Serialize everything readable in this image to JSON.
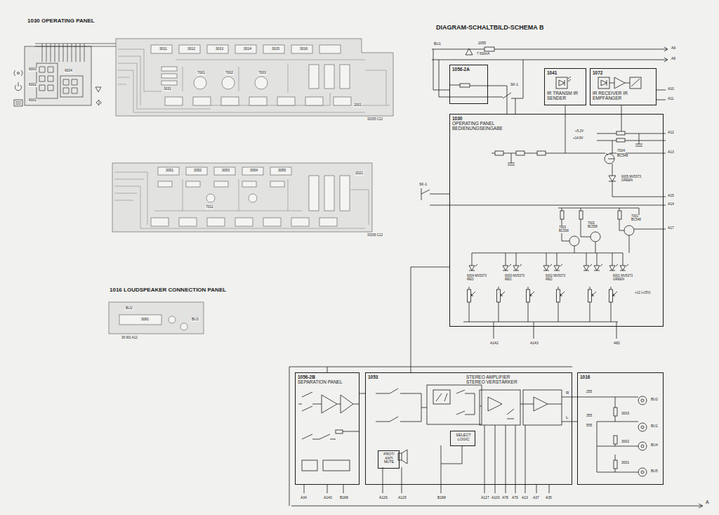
{
  "diagram": {
    "title": "DIAGRAM-SCHALTBILD-SCHEMA B",
    "nodes": [
      {
        "text": [
          "1056-2A"
        ]
      },
      {
        "text": [
          "1041",
          "IR TRANSM IR SENDER"
        ]
      },
      {
        "text": [
          "1072",
          "IR RECEIVER IR EMPFÄNGER"
        ]
      },
      {
        "text": [
          "1030",
          "OPERATING PANEL BEDIENUNGSEINGABE"
        ]
      },
      {
        "text": [
          "1056-2B",
          "SEPARATION PANEL"
        ]
      },
      {
        "text": [
          "1053",
          "STEREO AMPLIFIER STEREO VERSTÄRKER"
        ]
      },
      {
        "text": [
          "SELECT LOGIC"
        ],
        "in": 5
      },
      {
        "text": [
          "PROT/ ANTI MUTE"
        ],
        "in": 5
      },
      {
        "text": [
          "1016"
        ]
      }
    ],
    "edges": [
      {
        "from": 0,
        "to": 3,
        "arrow": "none"
      },
      {
        "from": 3,
        "to": 5,
        "arrow": "none"
      },
      {
        "from": 4,
        "to": 5,
        "arrow": "none"
      },
      {
        "from": 5,
        "to": 8,
        "label": "R",
        "arrow": "none"
      },
      {
        "from": 5,
        "to": 8,
        "label": "L",
        "arrow": "none"
      }
    ],
    "labels": [
      "1030 OPERATING PANEL",
      "1016 LOUDSPEAKER CONNECTION PANEL",
      "6003",
      "6002",
      "6001",
      "6004",
      "3011",
      "3012",
      "3013",
      "3014",
      "3015",
      "3016",
      "7001",
      "7002",
      "7003",
      "3031",
      "2001",
      "33155 C12",
      "3051",
      "3052",
      "3053",
      "3054",
      "3055",
      "7011",
      "2021",
      "33156 C12",
      "BU2",
      "3081",
      "BU3",
      "36 901 A12",
      "BU1",
      "2055",
      "T 500mA",
      "A9",
      "A8",
      "SK-1",
      "A10",
      "A11",
      "+5.2V",
      "+14.8V",
      "A12",
      "7004",
      "BC548",
      "A13",
      "6005 MV5373 GREEN",
      "SK-1",
      "A15",
      "A14",
      "7003 BC558",
      "7002 BC558",
      "7001 BC548",
      "A17",
      "6004 MV5373 RED",
      "6003 MV5373 RED",
      "6002 MV5373 RED",
      "6001 MV5373 GREEN",
      "+12 (+15V)",
      "A142",
      "A143",
      "A82",
      "A34",
      "A140",
      "B188",
      "A126",
      "A125",
      "B188",
      "A127",
      "A100",
      "A78",
      "A79",
      "A13",
      "A37",
      "A35",
      "255",
      "355",
      "555",
      "3003",
      "3002",
      "3001",
      "BU2",
      "BU1",
      "BU4",
      "BU5",
      "A"
    ]
  }
}
